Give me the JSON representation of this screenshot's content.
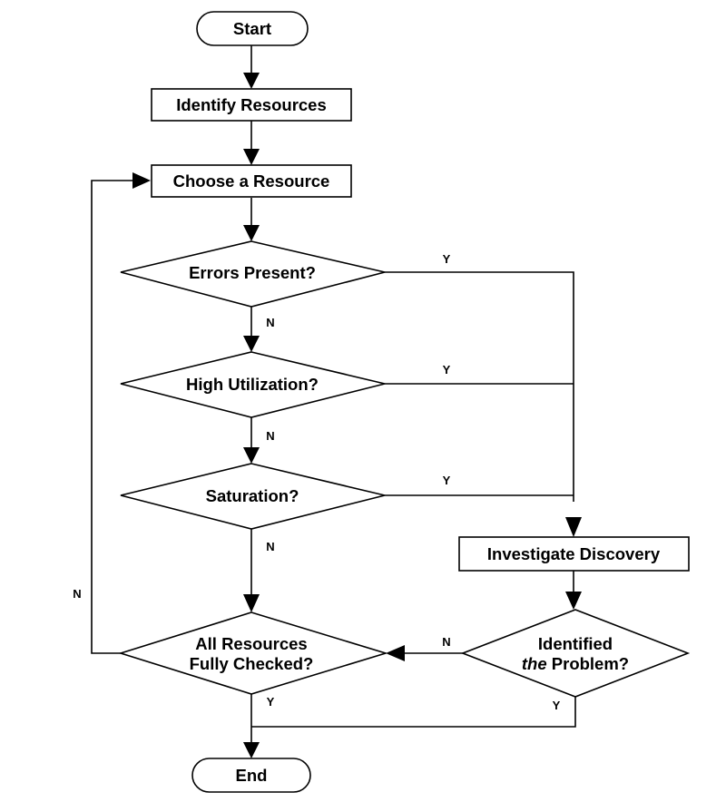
{
  "nodes": {
    "start": "Start",
    "identify_resources": "Identify Resources",
    "choose_resource": "Choose a Resource",
    "errors_present": "Errors Present?",
    "high_utilization": "High Utilization?",
    "saturation": "Saturation?",
    "investigate_discovery": "Investigate Discovery",
    "all_checked_line1": "All Resources",
    "all_checked_line2": "Fully Checked?",
    "identified_line1": "Identified",
    "identified_line2_em": "the",
    "identified_line2_rest": " Problem?",
    "end": "End"
  },
  "edge_labels": {
    "errors_yes": "Y",
    "errors_no": "N",
    "utilization_yes": "Y",
    "utilization_no": "N",
    "saturation_yes": "Y",
    "saturation_no": "N",
    "all_checked_no": "N",
    "all_checked_yes": "Y",
    "identified_no": "N",
    "identified_yes": "Y"
  }
}
